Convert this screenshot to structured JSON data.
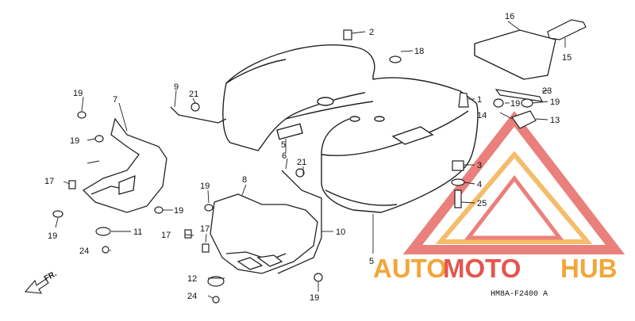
{
  "diagram": {
    "code": "HM8A-F2400 A",
    "direction_label": "FR.",
    "watermark": {
      "part1": "AUTO",
      "part2": "MOTO",
      "part3": "HUB",
      "color_primary": "#f2a63a",
      "color_secondary": "#e4564f"
    },
    "callouts": [
      {
        "label": "1"
      },
      {
        "label": "2"
      },
      {
        "label": "3"
      },
      {
        "label": "4"
      },
      {
        "label": "5"
      },
      {
        "label": "5"
      },
      {
        "label": "6"
      },
      {
        "label": "7"
      },
      {
        "label": "8"
      },
      {
        "label": "9"
      },
      {
        "label": "10"
      },
      {
        "label": "11"
      },
      {
        "label": "12"
      },
      {
        "label": "13"
      },
      {
        "label": "14"
      },
      {
        "label": "15"
      },
      {
        "label": "16"
      },
      {
        "label": "17"
      },
      {
        "label": "17"
      },
      {
        "label": "17"
      },
      {
        "label": "18"
      },
      {
        "label": "19"
      },
      {
        "label": "19"
      },
      {
        "label": "19"
      },
      {
        "label": "19"
      },
      {
        "label": "19"
      },
      {
        "label": "19"
      },
      {
        "label": "19"
      },
      {
        "label": "19"
      },
      {
        "label": "21"
      },
      {
        "label": "21"
      },
      {
        "label": "23"
      },
      {
        "label": "24"
      },
      {
        "label": "24"
      },
      {
        "label": "25"
      }
    ]
  }
}
